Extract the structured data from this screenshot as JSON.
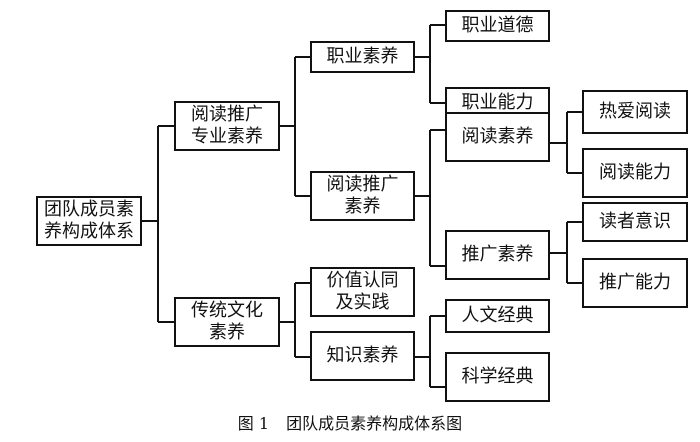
{
  "diagram": {
    "nodes": {
      "root": [
        "团队成员素",
        "养构成体系"
      ],
      "reading_promo_pro": [
        "阅读推广",
        "专业素养"
      ],
      "traditional_culture": [
        "传统文化",
        "素养"
      ],
      "professional_literacy": [
        "职业素养"
      ],
      "reading_promo_lit": [
        "阅读推广",
        "素养"
      ],
      "values_practice": [
        "价值认同",
        "及实践"
      ],
      "knowledge_literacy": [
        "知识素养"
      ],
      "professional_ethics": [
        "职业道德"
      ],
      "professional_ability": [
        "职业能力"
      ],
      "reading_literacy": [
        "阅读素养"
      ],
      "promotion_literacy": [
        "推广素养"
      ],
      "humanities_classics": [
        "人文经典"
      ],
      "science_classics": [
        "科学经典"
      ],
      "love_reading": [
        "热爱阅读"
      ],
      "reading_ability": [
        "阅读能力"
      ],
      "reader_awareness": [
        "读者意识"
      ],
      "promotion_ability": [
        "推广能力"
      ]
    }
  },
  "caption": {
    "label": "图 1",
    "text": "团队成员素养构成体系图"
  }
}
